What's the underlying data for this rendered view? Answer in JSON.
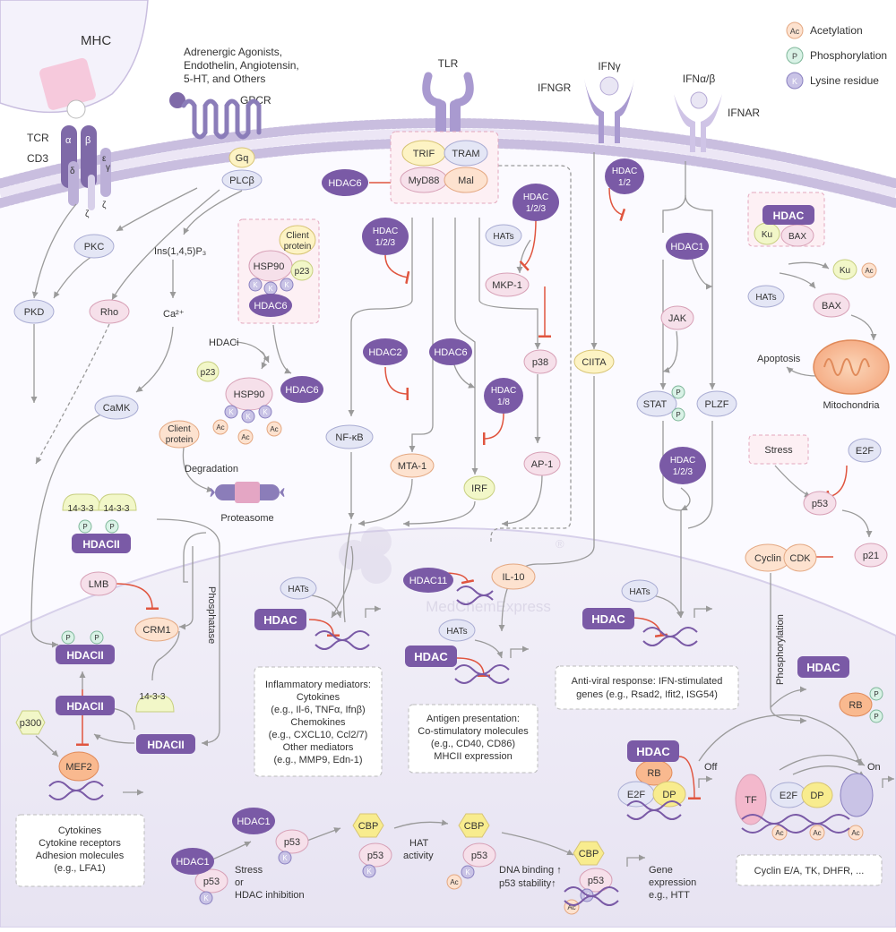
{
  "labels": {
    "mhc": "MHC",
    "gpcr_ligands_1": "Adrenergic Agonists,",
    "gpcr_ligands_2": "Endothelin, Angiotensin,",
    "gpcr_ligands_3": "5-HT, and Others",
    "gpcr": "GPCR",
    "tcr": "TCR",
    "cd3": "CD3",
    "alpha": "α",
    "beta": "β",
    "delta": "δ",
    "epsilon": "ε",
    "gamma": "γ",
    "zeta1": "ζ",
    "zeta2": "ζ",
    "tlr": "TLR",
    "ifngr": "IFNGR",
    "ifng": "IFNγ",
    "ifnab": "IFNα/β",
    "ifnar": "IFNAR",
    "ins": "Ins(1,4,5)P₃",
    "ca": "Ca²⁺",
    "hdaci": "HDACi",
    "degradation": "Degradation",
    "proteasome": "Proteasome",
    "phosphatase": "Phosphatase",
    "phosphorylation": "Phosphorylation",
    "apoptosis": "Apoptosis",
    "mitochondria": "Mitochondria",
    "stress_or": "Stress",
    "or": "or",
    "hdac_inhibition": "HDAC inhibition",
    "hat_activity_1": "HAT",
    "hat_activity_2": "activity",
    "dna_binding": "DNA binding ↑",
    "p53_stability": "p53 stability↑",
    "gene_expr_1": "Gene",
    "gene_expr_2": "expression",
    "gene_expr_3": "e.g., HTT",
    "off": "Off",
    "on": "On",
    "watermark": "MedChemExpress",
    "reg": "®"
  },
  "legend": [
    {
      "symbol": "Ac",
      "label": "Acetylation",
      "color": "#fde2cf"
    },
    {
      "symbol": "P",
      "label": "Phosphorylation",
      "color": "#d9f2e6"
    },
    {
      "symbol": "K",
      "label": "Lysine residue",
      "color": "#c9c3e6"
    }
  ],
  "nodes": {
    "gq": "Gq",
    "plcb": "PLCβ",
    "trif": "TRIF",
    "tram": "TRAM",
    "myd88": "MyD88",
    "mal": "Mal",
    "pkc": "PKC",
    "pkd": "PKD",
    "rho": "Rho",
    "camk": "CaMK",
    "client_protein_1": "Client",
    "client_protein_2": "protein",
    "hsp90": "HSP90",
    "p23": "p23",
    "p23_free": "p23",
    "hsp90_b": "HSP90",
    "client_b_1": "Client",
    "client_b_2": "protein",
    "ac": "Ac",
    "k": "K",
    "p": "P",
    "hats_1": "HATs",
    "mkp1": "MKP-1",
    "p38": "p38",
    "nfkb": "NF-κB",
    "mta1": "MTA-1",
    "irf": "IRF",
    "ap1": "AP-1",
    "ciita": "CIITA",
    "jak": "JAK",
    "stat": "STAT",
    "plzf": "PLZF",
    "ku": "Ku",
    "bax": "BAX",
    "ku_b": "Ku",
    "bax_b": "BAX",
    "hats_apop": "HATs",
    "stress": "Stress",
    "e2f": "E2F",
    "p53_mid": "p53",
    "p21": "p21",
    "cyclin": "Cyclin",
    "cdk": "CDK",
    "t1433_a": "14-3-3",
    "t1433_b": "14-3-3",
    "t1433_c": "14-3-3",
    "lmb": "LMB",
    "crm1": "CRM1",
    "p300": "p300",
    "mef2": "MEF2",
    "hats_nuc1": "HATs",
    "hats_nuc2": "HATs",
    "hats_nuc3": "HATs",
    "il10": "IL-10",
    "rb": "RB",
    "e2f_b": "E2F",
    "dp": "DP",
    "tf": "TF",
    "e2f_c": "E2F",
    "dp_c": "DP",
    "rb_p": "RB",
    "p53_1": "p53",
    "p53_2": "p53",
    "cbp_1": "CBP",
    "p53_3": "p53",
    "cbp_2": "CBP",
    "p53_4": "p53",
    "cbp_3": "CBP",
    "p53_5": "p53"
  },
  "hdacs": {
    "hdac6_tlr": "HDAC6",
    "hdac123_a": "HDAC\n1/2/3",
    "hdac123_b": "HDAC\n1/2/3",
    "hdac12": "HDAC\n1/2",
    "hdac6_hsp": "HDAC6",
    "hdac6_free": "HDAC6",
    "hdac2": "HDAC2",
    "hdac6_mid": "HDAC6",
    "hdac18": "HDAC\n1/8",
    "hdac1_jak": "HDAC1",
    "hdac123_c": "HDAC\n1/2/3",
    "hdac_bax": "HDAC",
    "hdacii_top": "HDACII",
    "hdacii_p": "HDACII",
    "hdacii_mid": "HDACII",
    "hdacii_right": "HDACII",
    "hdac_nuc1": "HDAC",
    "hdac11": "HDAC11",
    "hdac_nuc2": "HDAC",
    "hdac_nuc3": "HDAC",
    "hdac_rb": "HDAC",
    "hdac_free": "HDAC",
    "hdac1_a": "HDAC1",
    "hdac1_b": "HDAC1"
  },
  "boxes": {
    "inflammatory": [
      "Inflammatory mediators:",
      "Cytokines",
      "(e.g., Il-6, TNFα, Ifnβ)",
      "Chemokines",
      "(e.g., CXCL10, Ccl2/7)",
      "Other mediators",
      "(e.g., MMP9, Edn-1)"
    ],
    "antigen": [
      "Antigen presentation:",
      "Co-stimulatory molecules",
      "(e.g., CD40, CD86)",
      "MHCII expression"
    ],
    "antiviral": [
      "Anti-viral response: IFN-stimulated",
      "genes (e.g., Rsad2, Ifit2, ISG54)"
    ],
    "cytokines": [
      "Cytokines",
      "Cytokine receptors",
      "Adhesion molecules",
      "(e.g., LFA1)"
    ],
    "cyclin": [
      "Cyclin E/A, TK, DHFR, ..."
    ]
  },
  "colors": {
    "hdac": "#7a5aa6",
    "pale_purple": "#e6e3f3",
    "inhibit": "#e0553f",
    "arrow": "#9a9a9a",
    "membrane": "#dcd4ec",
    "nucleus": "#ece9f5"
  }
}
